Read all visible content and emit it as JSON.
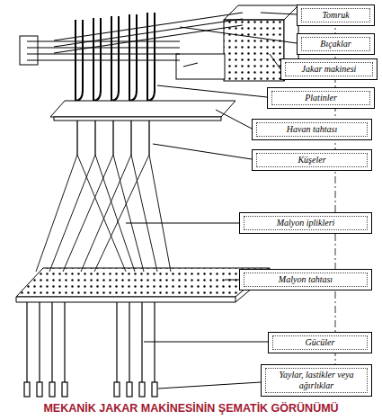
{
  "diagram": {
    "caption": "MEKANİK JAKAR MAKİNESİNİN ŞEMATİK GÖRÜNÜMÜ",
    "nodes": [
      {
        "text": [
          "Tomruk"
        ]
      },
      {
        "text": [
          "Bıçaklar"
        ]
      },
      {
        "text": [
          "Jakar makinesi"
        ]
      },
      {
        "text": [
          "Platinler"
        ]
      },
      {
        "text": [
          "Havan tahtası"
        ]
      },
      {
        "text": [
          "Küşeler"
        ]
      },
      {
        "text": [
          "Malyon iplikleri"
        ]
      },
      {
        "text": [
          "Malyon tahtası"
        ]
      },
      {
        "text": [
          "Gücüler"
        ]
      },
      {
        "text": [
          "Yaylar, lastikler veya ağırlıklar"
        ]
      }
    ]
  }
}
